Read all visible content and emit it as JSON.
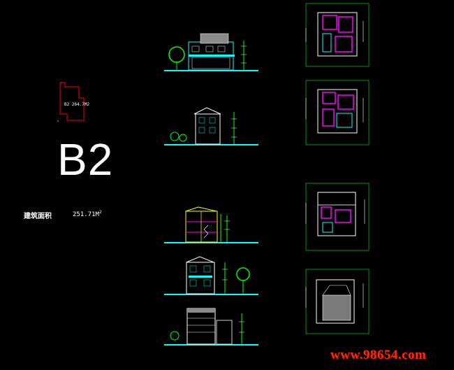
{
  "drawing": {
    "model_code": "B2",
    "area_label": "建筑面积",
    "area_value": "251.71M",
    "area_unit_superscript": "2",
    "site_plan_tag": "B2 264.7M2",
    "watermark": "www.98654.com"
  },
  "colors": {
    "background": "#000000",
    "cyan": "#00ffff",
    "green": "#00ff00",
    "magenta": "#ff00ff",
    "red": "#ff0000",
    "white": "#ffffff",
    "watermark": "#ff2a00"
  }
}
